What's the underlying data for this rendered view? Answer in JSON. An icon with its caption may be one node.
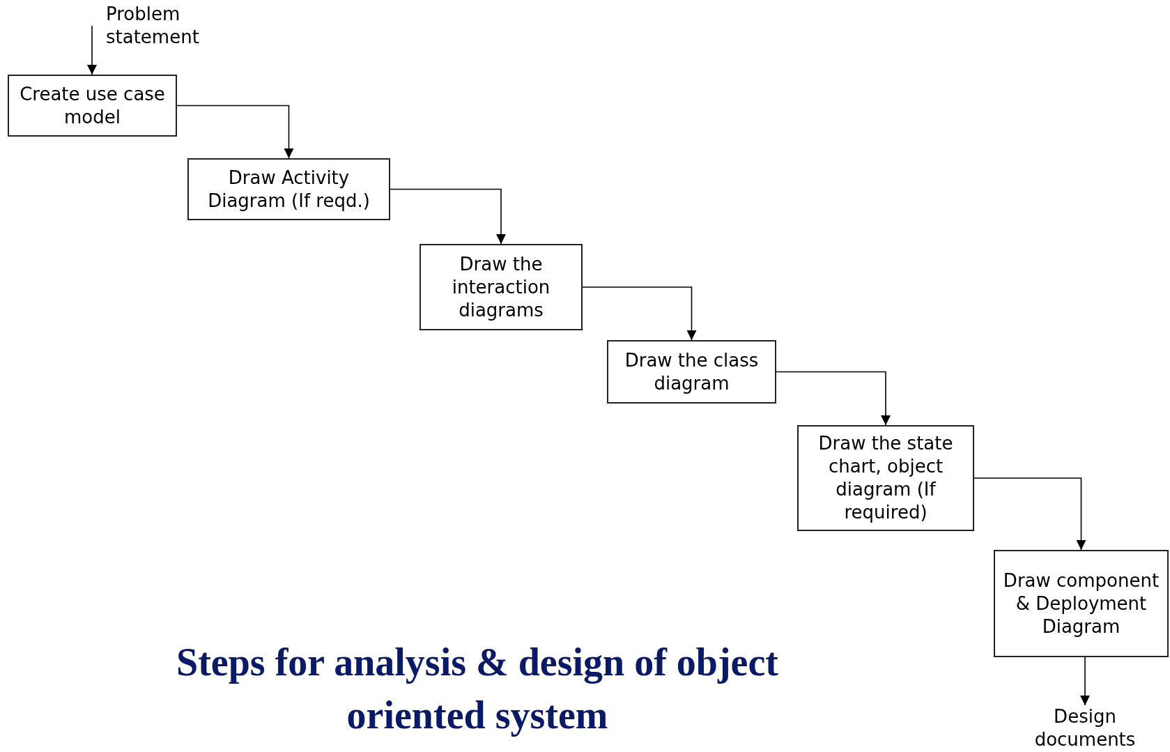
{
  "diagram": {
    "title": "Steps for analysis & design of object oriented system",
    "nodes": [
      {
        "text": [
          "Problem statement"
        ]
      },
      {
        "text": [
          "Create use case model"
        ]
      },
      {
        "text": [
          "Draw Activity Diagram (If reqd.)"
        ]
      },
      {
        "text": [
          "Draw the interaction diagrams"
        ]
      },
      {
        "text": [
          "Draw the class diagram"
        ]
      },
      {
        "text": [
          "Draw the state chart, object diagram (If required)"
        ]
      },
      {
        "text": [
          "Draw component & Deployment Diagram"
        ]
      },
      {
        "text": [
          "Design documents"
        ]
      }
    ],
    "edges": [
      {
        "from": 0,
        "to": 1,
        "arrow": "to"
      },
      {
        "from": 1,
        "to": 2,
        "arrow": "to"
      },
      {
        "from": 2,
        "to": 3,
        "arrow": "to"
      },
      {
        "from": 3,
        "to": 4,
        "arrow": "to"
      },
      {
        "from": 4,
        "to": 5,
        "arrow": "to"
      },
      {
        "from": 5,
        "to": 6,
        "arrow": "to"
      },
      {
        "from": 6,
        "to": 7,
        "arrow": "to"
      }
    ]
  }
}
